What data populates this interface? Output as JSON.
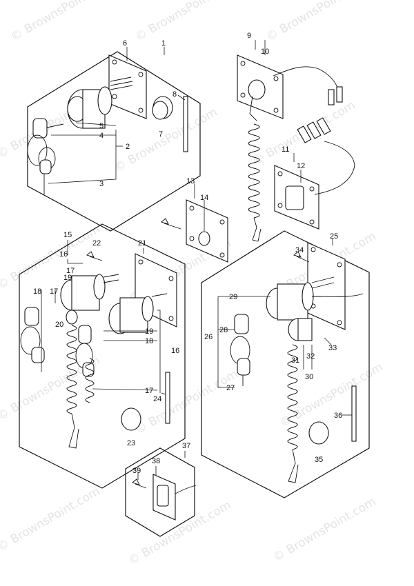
{
  "watermark": "© BrownsPoint.com",
  "callouts": {
    "c1": "1",
    "c2": "2",
    "c3": "3",
    "c4": "4",
    "c5": "5",
    "c6": "6",
    "c7": "7",
    "c8": "8",
    "c9": "9",
    "c10": "10",
    "c11": "11",
    "c12": "12",
    "c13": "13",
    "c14": "14",
    "c15": "15",
    "c16a": "16",
    "c16b": "16",
    "c17a": "17",
    "c17b": "17",
    "c17c": "17",
    "c18a": "18",
    "c18b": "18",
    "c19a": "19",
    "c19b": "19",
    "c20": "20",
    "c21": "21",
    "c22": "22",
    "c23": "23",
    "c24": "24",
    "c25": "25",
    "c26": "26",
    "c27": "27",
    "c28": "28",
    "c29": "29",
    "c30": "30",
    "c31": "31",
    "c32": "32",
    "c33": "33",
    "c34": "34",
    "c35": "35",
    "c36": "36",
    "c37": "37",
    "c38": "38",
    "c39": "39"
  }
}
